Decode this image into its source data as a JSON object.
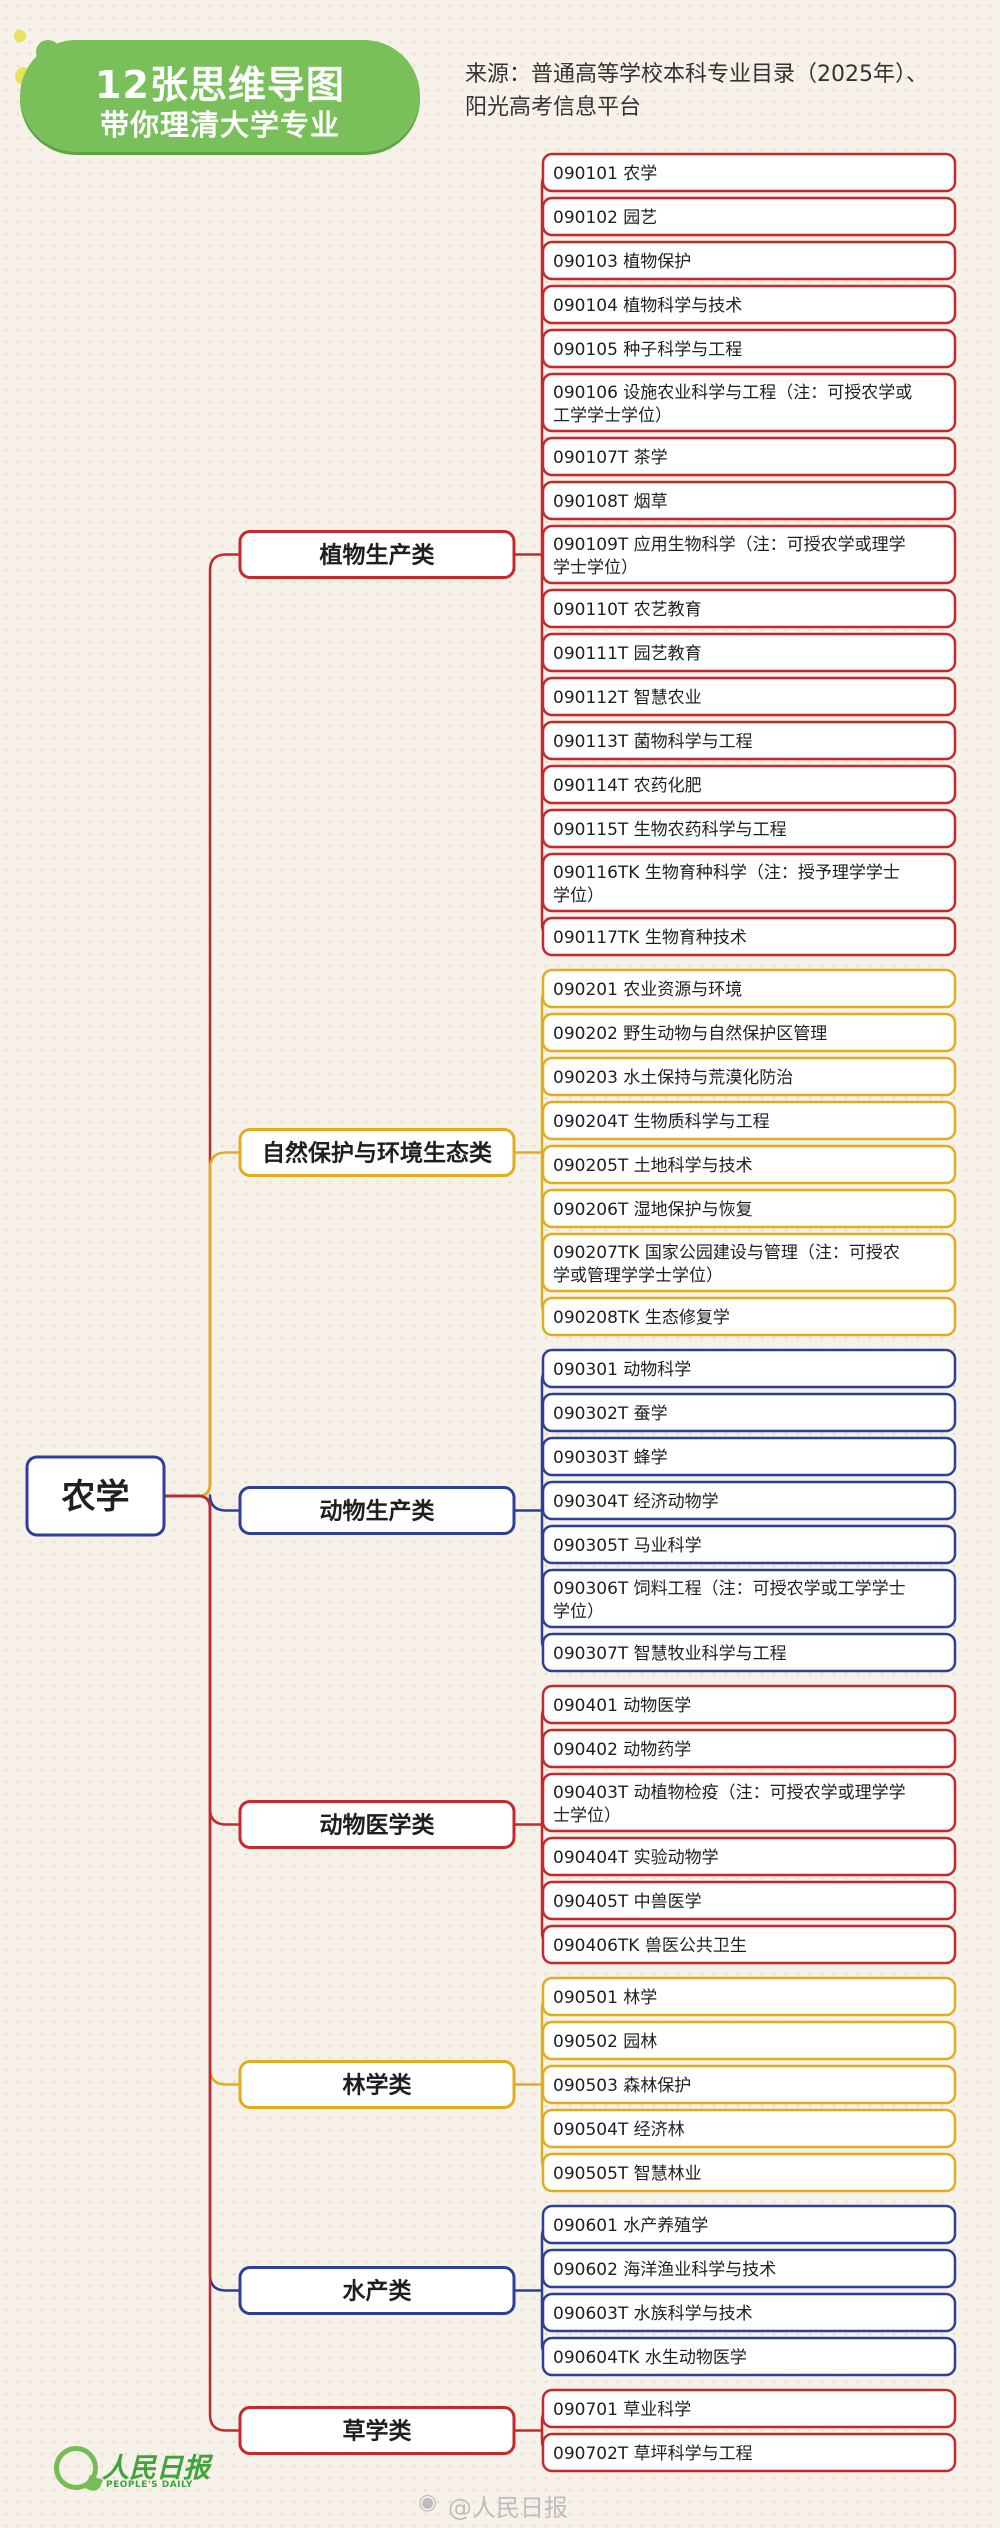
{
  "header": {
    "title_line1": "12张思维导图",
    "title_line2": "带你理清大学专业",
    "source_line1": "来源：普通高等学校本科专业目录（2025年）、",
    "source_line2": "阳光高考信息平台"
  },
  "colors": {
    "red": "#c8272b",
    "yellow": "#e2ad1c",
    "blue": "#2c3f99",
    "title_green": "#79c05a",
    "logo_green": "#3fa43a"
  },
  "root": {
    "label": "农学"
  },
  "categories": [
    {
      "label": "植物生产类",
      "color": "red",
      "majors": [
        "090101 农学",
        "090102 园艺",
        "090103 植物保护",
        "090104 植物科学与技术",
        "090105 种子科学与工程",
        [
          "090106 设施农业科学与工程（注：可授农学或",
          "工学学士学位）"
        ],
        "090107T 茶学",
        "090108T 烟草",
        [
          "090109T 应用生物科学（注：可授农学或理学",
          "学士学位）"
        ],
        "090110T 农艺教育",
        "090111T 园艺教育",
        "090112T 智慧农业",
        "090113T 菌物科学与工程",
        "090114T 农药化肥",
        "090115T 生物农药科学与工程",
        [
          "090116TK 生物育种科学（注：授予理学学士",
          "学位）"
        ],
        "090117TK 生物育种技术"
      ]
    },
    {
      "label": "自然保护与环境生态类",
      "color": "yellow",
      "majors": [
        "090201 农业资源与环境",
        "090202 野生动物与自然保护区管理",
        "090203 水土保持与荒漠化防治",
        "090204T 生物质科学与工程",
        "090205T 土地科学与技术",
        "090206T 湿地保护与恢复",
        [
          "090207TK 国家公园建设与管理（注：可授农",
          "学或管理学学士学位）"
        ],
        "090208TK 生态修复学"
      ]
    },
    {
      "label": "动物生产类",
      "color": "blue",
      "majors": [
        "090301 动物科学",
        "090302T 蚕学",
        "090303T 蜂学",
        "090304T 经济动物学",
        "090305T 马业科学",
        [
          "090306T 饲料工程（注：可授农学或工学学士",
          "学位）"
        ],
        "090307T 智慧牧业科学与工程"
      ]
    },
    {
      "label": "动物医学类",
      "color": "red",
      "majors": [
        "090401 动物医学",
        "090402 动物药学",
        [
          "090403T 动植物检疫（注：可授农学或理学学",
          "士学位）"
        ],
        "090404T 实验动物学",
        "090405T 中兽医学",
        "090406TK 兽医公共卫生"
      ]
    },
    {
      "label": "林学类",
      "color": "yellow",
      "majors": [
        "090501 林学",
        "090502 园林",
        "090503 森林保护",
        "090504T 经济林",
        "090505T 智慧林业"
      ]
    },
    {
      "label": "水产类",
      "color": "blue",
      "majors": [
        "090601 水产养殖学",
        "090602 海洋渔业科学与技术",
        "090603T 水族科学与技术",
        "090604TK 水生动物医学"
      ]
    },
    {
      "label": "草学类",
      "color": "red",
      "majors": [
        "090701 草业科学",
        "090702T 草坪科学与工程"
      ]
    }
  ],
  "footer": {
    "logo_name": "人民日报",
    "logo_en": "PEOPLE'S DAILY",
    "watermark": "@人民日报",
    "watermark_icon": "weibo-icon"
  }
}
